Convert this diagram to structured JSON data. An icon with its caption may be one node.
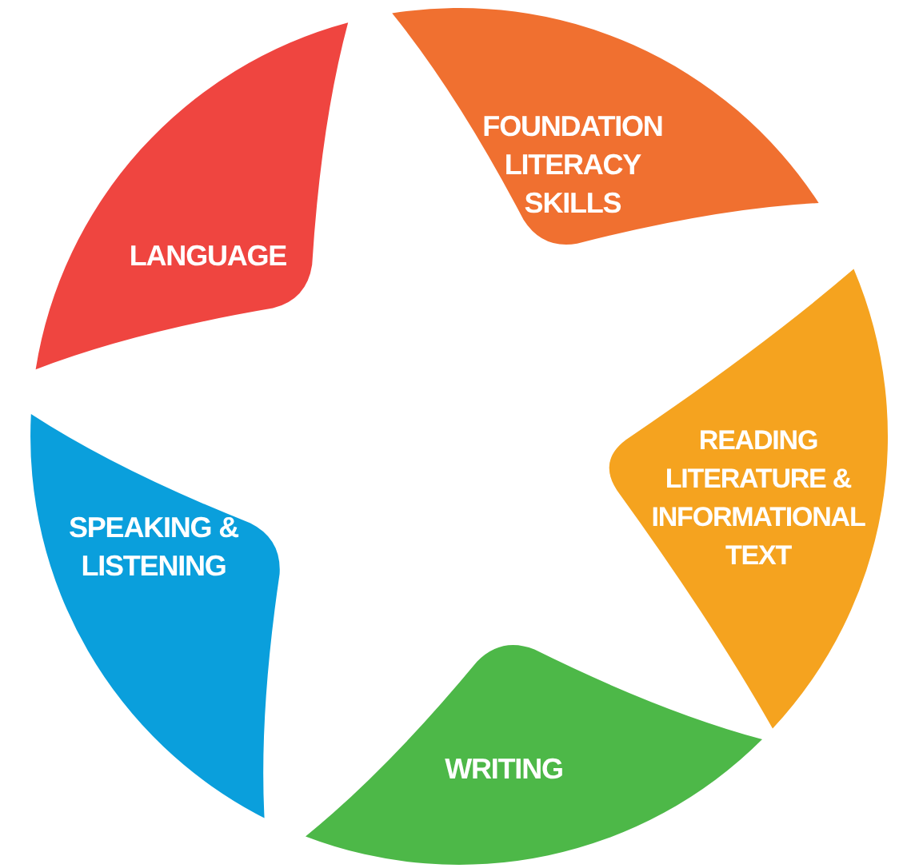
{
  "diagram": {
    "nodes": [
      {
        "text": [
          "LANGUAGE"
        ]
      },
      {
        "text": [
          "FOUNDATION LITERACY SKILLS"
        ]
      },
      {
        "text": [
          "READING LITERATURE & INFORMATIONAL TEXT"
        ]
      },
      {
        "text": [
          "WRITING"
        ]
      },
      {
        "text": [
          "SPEAKING & LISTENING"
        ]
      }
    ]
  }
}
